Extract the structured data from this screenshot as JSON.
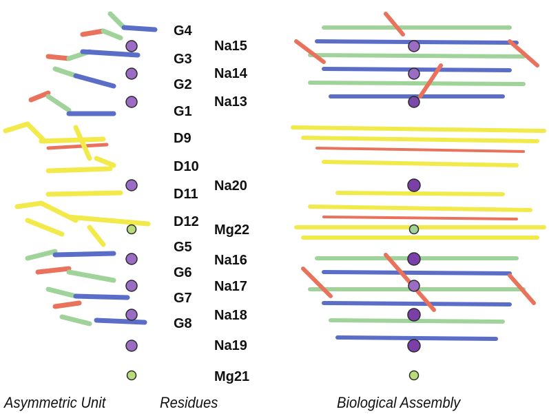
{
  "figure": {
    "captions": {
      "asymmetric_unit": "Asymmetric Unit",
      "residues": "Residues",
      "biological_assembly": "Biological Assembly"
    },
    "residue_labels": [
      "G4",
      "G3",
      "G2",
      "G1",
      "D9",
      "D10",
      "D11",
      "D12",
      "G5",
      "G6",
      "G7",
      "G8"
    ],
    "ion_labels": [
      "Na15",
      "Na14",
      "Na13",
      "Na20",
      "Mg22",
      "Na16",
      "Na17",
      "Na18",
      "Na19",
      "Mg21"
    ],
    "colors": {
      "guanine_carbon": "#9fd39a",
      "ligand_carbon": "#f2ea4a",
      "oxygen": "#e8725c",
      "nitrogen": "#5a6ec8",
      "phosphorus": "#f29a3a",
      "sodium": "#9a6cc4",
      "magnesium": "#b8dc7a",
      "outline": "#2a2a2a"
    }
  }
}
